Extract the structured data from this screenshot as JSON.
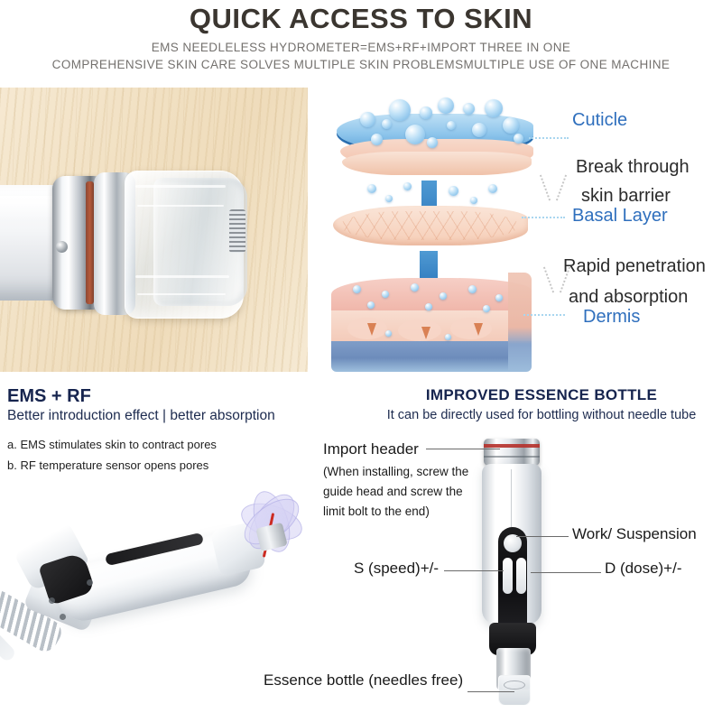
{
  "header": {
    "title": "QUICK ACCESS TO SKIN",
    "subtitle_line1": "EMS NEEDLELESS HYDROMETER=EMS+RF+IMPORT  THREE IN ONE",
    "subtitle_line2": "COMPREHENSIVE SKIN CARE SOLVES MULTIPLE SKIN PROBLEMSMULTIPLE USE OF ONE MACHINE"
  },
  "skin_diagram": {
    "labels": {
      "cuticle": "Cuticle",
      "break_through": "Break through",
      "skin_barrier": "skin barrier",
      "basal_layer": "Basal Layer",
      "rapid_penetration": "Rapid penetration",
      "and_absorption": "and absorption",
      "dermis": "Dermis"
    },
    "colors": {
      "label_blue": "#2f6fbd",
      "label_dark": "#2b2b2b",
      "leader_line": "#a9d6ef",
      "arrow_blue": "#2f79bd"
    }
  },
  "left_section": {
    "heading": "EMS + RF",
    "tagline": "Better introduction effect | better absorption",
    "bullets": [
      "a. EMS stimulates skin to contract pores",
      "b. RF temperature sensor opens pores"
    ]
  },
  "right_section": {
    "heading": "IMPROVED ESSENCE BOTTLE",
    "tagline": "It can be directly used for bottling without needle tube"
  },
  "pen_callouts": {
    "import_header": "Import header",
    "import_note": "(When installing, screw the guide head and screw the limit bolt to the end)",
    "work_suspension": "Work/ Suspension",
    "speed": "S (speed)+/-",
    "dose": "D (dose)+/-",
    "essence_bottle": "Essence bottle (needles free)"
  },
  "theme": {
    "title_color": "#3b3630",
    "subtitle_color": "#74716e",
    "heading_navy": "#16244e",
    "photo_background": "#f1e0c2",
    "accent_red": "#b5302a"
  }
}
